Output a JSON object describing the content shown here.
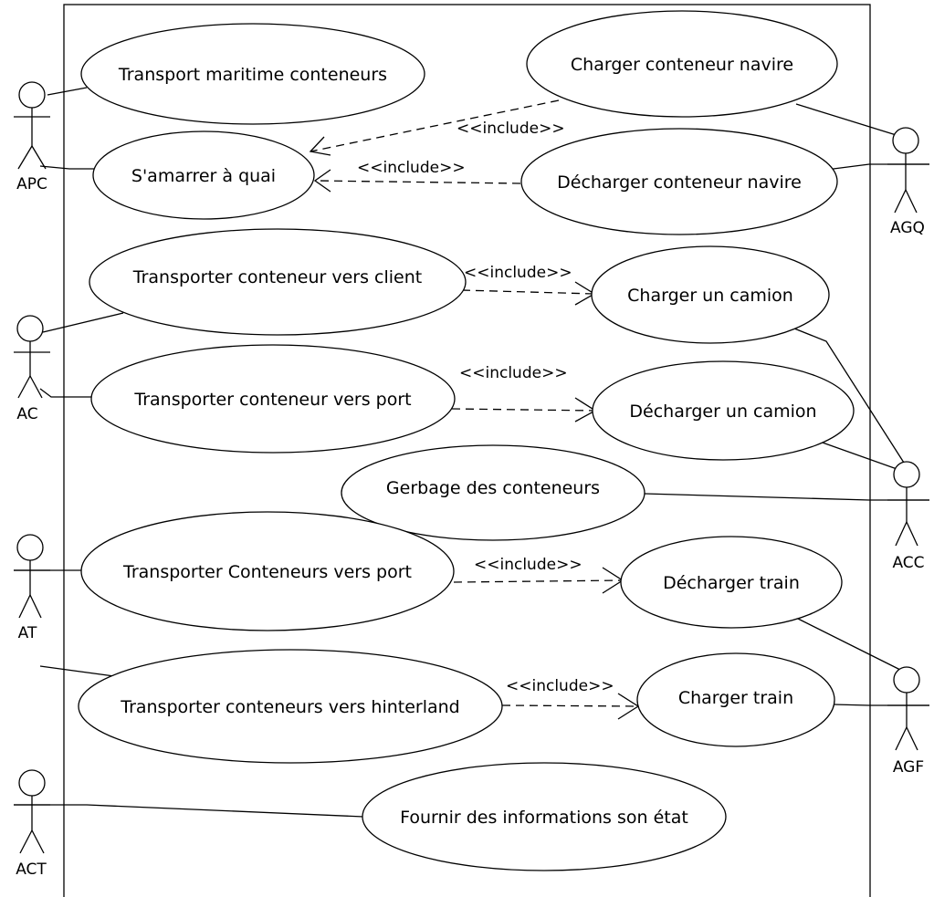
{
  "use_cases": {
    "transport_maritime": "Transport maritime conteneurs",
    "charger_conteneur_navire": "Charger conteneur navire",
    "amarrer_quai": "S'amarrer à quai",
    "decharger_conteneur_navire": "Décharger conteneur navire",
    "transporter_vers_client": "Transporter conteneur vers client",
    "charger_camion": "Charger un camion",
    "transporter_vers_port": "Transporter conteneur vers port",
    "decharger_camion": "Décharger un camion",
    "gerbage": "Gerbage des conteneurs",
    "transporter_conteneurs_port": "Transporter Conteneurs vers port",
    "decharger_train": "Décharger train",
    "transporter_hinterland": "Transporter conteneurs vers hinterland",
    "charger_train": "Charger train",
    "fournir_informations": "Fournir des informations son état"
  },
  "actors": {
    "apc": "APC",
    "agq": "AGQ",
    "ac": "AC",
    "acc": "ACC",
    "at": "AT",
    "agf": "AGF",
    "act": "ACT"
  },
  "relations": {
    "include": "<<include>>"
  }
}
